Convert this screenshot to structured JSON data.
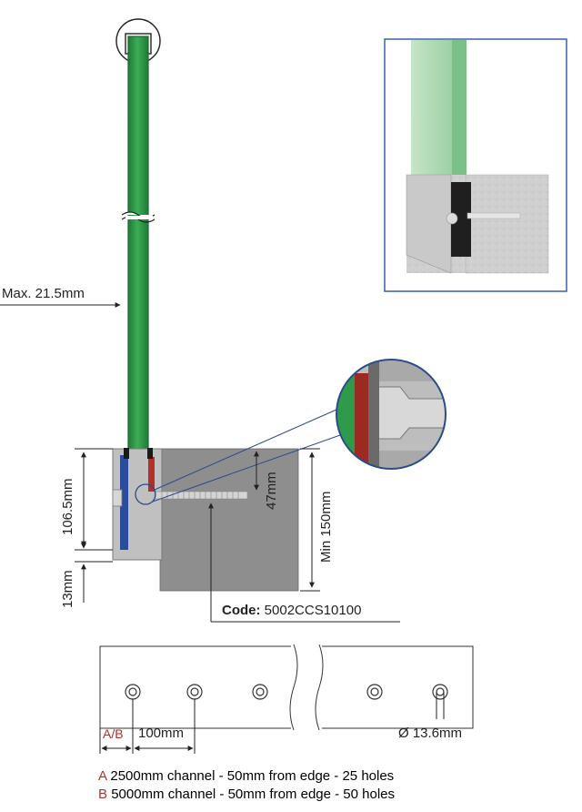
{
  "dimensions": {
    "max_glass": "Max. 21.5mm",
    "channel_height": "106.5mm",
    "bolt_offset": "47mm",
    "min_concrete": "Min 150mm",
    "base_offset": "13mm",
    "edge_distance": "A/B",
    "hole_spacing": "100mm",
    "hole_diameter": "Ø 13.6mm"
  },
  "code": {
    "label": "Code:",
    "value": "5002CCS10100"
  },
  "legend": [
    {
      "letter": "A",
      "text": "2500mm channel - 50mm from edge - 25 holes"
    },
    {
      "letter": "B",
      "text": "5000mm channel - 50mm from edge - 50 holes"
    }
  ],
  "colors": {
    "glass": "#2f9a4a",
    "glass_edge": "#1d6b30",
    "channel": "#b9b9b9",
    "concrete": "#8e8e8e",
    "inset_border": "#2b4c8c",
    "accent_red": "#b3302a",
    "gasket_blue": "#2b4c9c"
  }
}
